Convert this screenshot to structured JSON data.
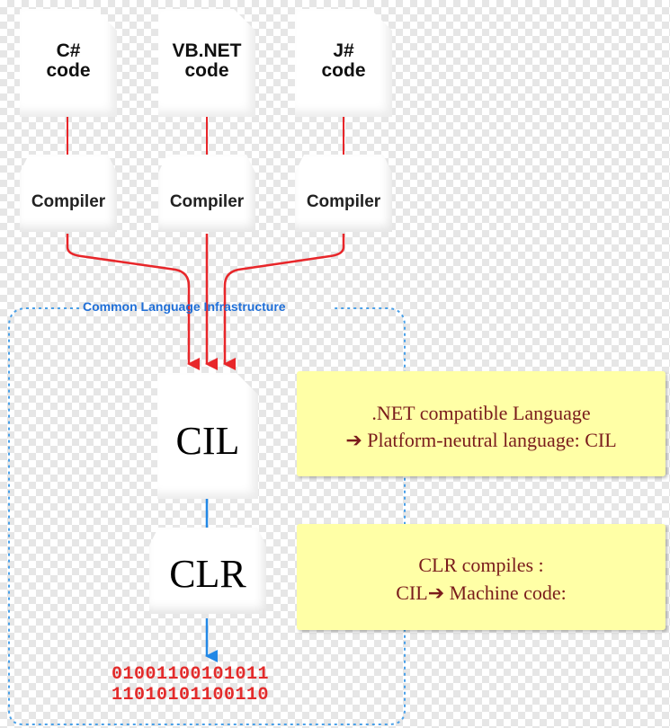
{
  "sources": [
    {
      "line1": "C#",
      "line2": "code"
    },
    {
      "line1": "VB.NET",
      "line2": "code"
    },
    {
      "line1": "J#",
      "line2": "code"
    }
  ],
  "compiler_label": "Compiler",
  "cli_label": "Common Language Infrastructure",
  "cil_label": "CIL",
  "clr_label": "CLR",
  "callout_cil": {
    "line1": ".NET compatible Language",
    "line2": "➔ Platform-neutral language: CIL"
  },
  "callout_clr": {
    "line1": "CLR compiles :",
    "line2": "CIL➔ Machine code:"
  },
  "binary": {
    "line1": "01001100101011",
    "line2": "11010101100110"
  },
  "colors": {
    "compile_arrow": "#e8262a",
    "runtime_arrow": "#2288e6",
    "cli_border": "#4aa0e8",
    "callout_bg": "#ffffa6",
    "callout_text": "#7a1c1c",
    "binary_text": "#e32b2b"
  }
}
